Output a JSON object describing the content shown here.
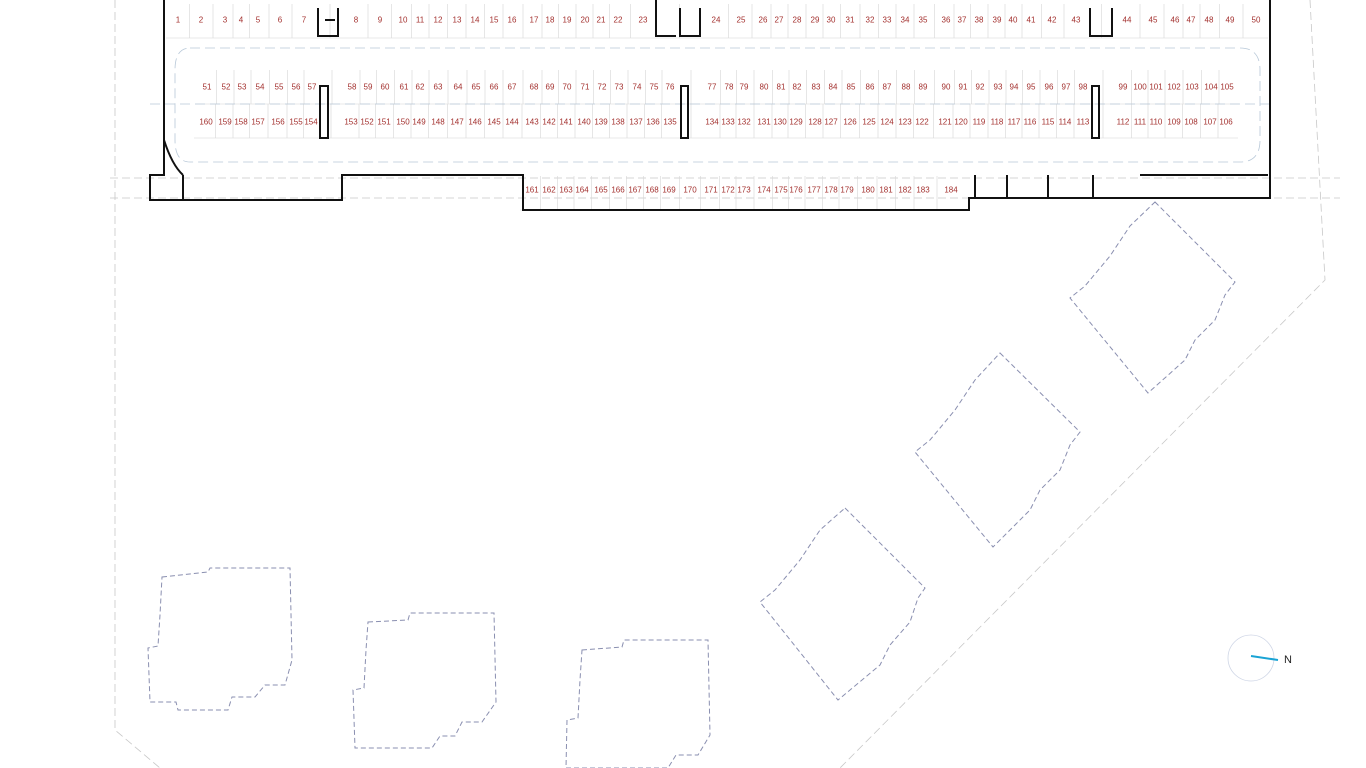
{
  "plan": {
    "label_color": "#a3302e",
    "wall_color": "#111111",
    "outline_color": "#8a8fb0",
    "rows": {
      "top": [
        "1",
        "2",
        "3",
        "4",
        "5",
        "6",
        "7",
        "8",
        "9",
        "10",
        "11",
        "12",
        "13",
        "14",
        "15",
        "16",
        "17",
        "18",
        "19",
        "20",
        "21",
        "22",
        "23",
        "24",
        "25",
        "26",
        "27",
        "28",
        "29",
        "30",
        "31",
        "32",
        "33",
        "34",
        "35",
        "36",
        "37",
        "38",
        "39",
        "40",
        "41",
        "42",
        "43",
        "44",
        "45",
        "46",
        "47",
        "48",
        "49",
        "50"
      ],
      "middle_upper": [
        "51",
        "52",
        "53",
        "54",
        "55",
        "56",
        "57",
        "58",
        "59",
        "60",
        "61",
        "62",
        "63",
        "64",
        "65",
        "66",
        "67",
        "68",
        "69",
        "70",
        "71",
        "72",
        "73",
        "74",
        "75",
        "76",
        "77",
        "78",
        "79",
        "80",
        "81",
        "82",
        "83",
        "84",
        "85",
        "86",
        "87",
        "88",
        "89",
        "90",
        "91",
        "92",
        "93",
        "94",
        "95",
        "96",
        "97",
        "98",
        "99",
        "100",
        "101",
        "102",
        "103",
        "104",
        "105"
      ],
      "middle_lower": [
        "160",
        "159",
        "158",
        "157",
        "156",
        "155",
        "154",
        "153",
        "152",
        "151",
        "150",
        "149",
        "148",
        "147",
        "146",
        "145",
        "144",
        "143",
        "142",
        "141",
        "140",
        "139",
        "138",
        "137",
        "136",
        "135",
        "134",
        "133",
        "132",
        "131",
        "130",
        "129",
        "128",
        "127",
        "126",
        "125",
        "124",
        "123",
        "122",
        "121",
        "120",
        "119",
        "118",
        "117",
        "116",
        "115",
        "114",
        "113",
        "112",
        "111",
        "110",
        "109",
        "108",
        "107",
        "106"
      ],
      "bottom": [
        "161",
        "162",
        "163",
        "164",
        "165",
        "166",
        "167",
        "168",
        "169",
        "170",
        "171",
        "172",
        "173",
        "174",
        "175",
        "176",
        "177",
        "178",
        "179",
        "180",
        "181",
        "182",
        "183",
        "184"
      ]
    }
  },
  "compass": {
    "label": "N",
    "icon": "north-arrow-icon",
    "color": "#1aa3d4"
  }
}
